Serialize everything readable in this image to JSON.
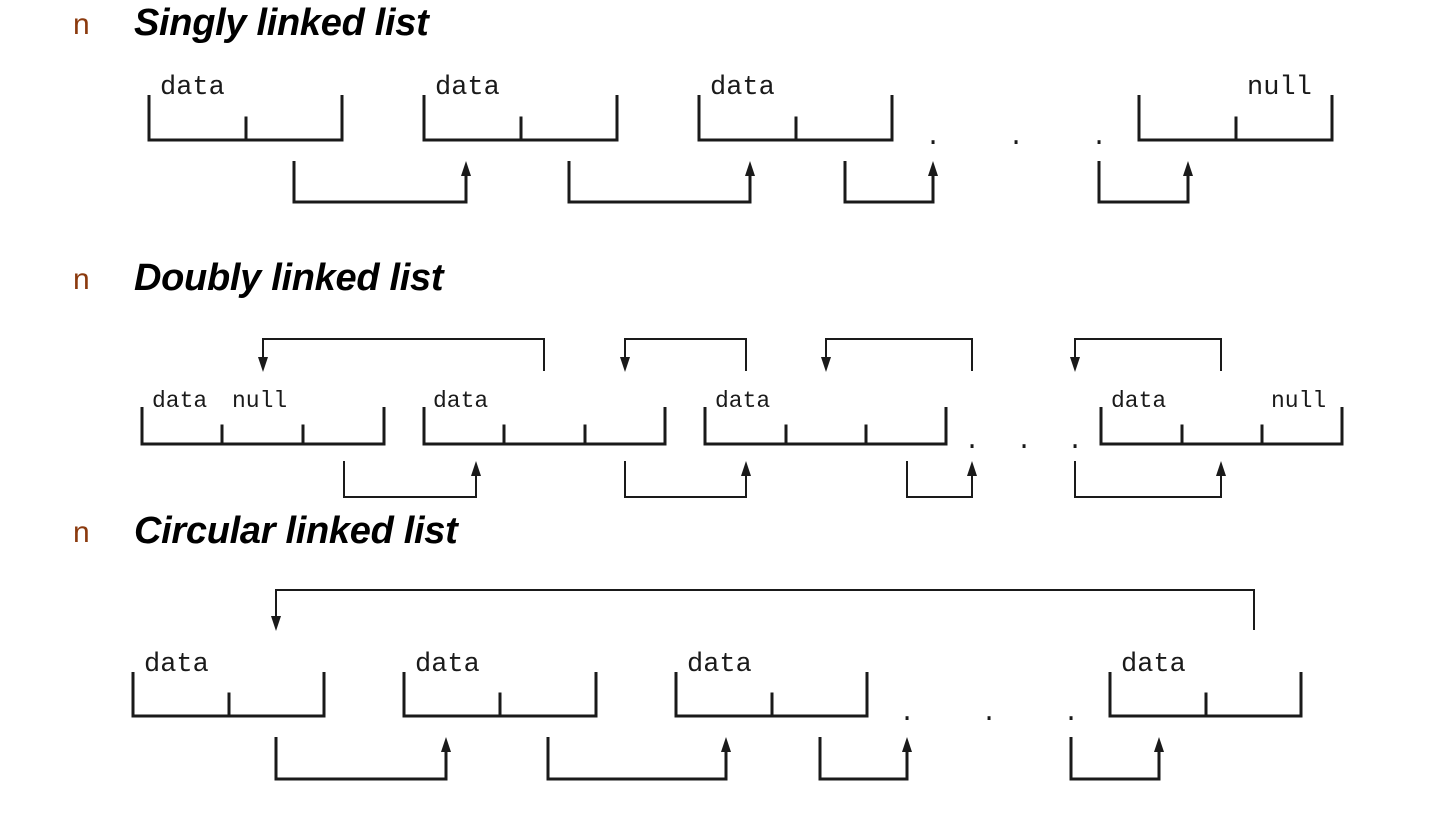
{
  "sections": [
    {
      "id": "singly",
      "marker": "n",
      "title": "Singly linked list"
    },
    {
      "id": "doubly",
      "marker": "n",
      "title": "Doubly linked list"
    },
    {
      "id": "circular",
      "marker": "n",
      "title": "Circular linked list"
    }
  ],
  "labels": {
    "data": "data",
    "null": "null",
    "ellipsis_dot": "."
  },
  "colors": {
    "marker": "#8b3a0e",
    "stroke": "#1a1a1a"
  }
}
